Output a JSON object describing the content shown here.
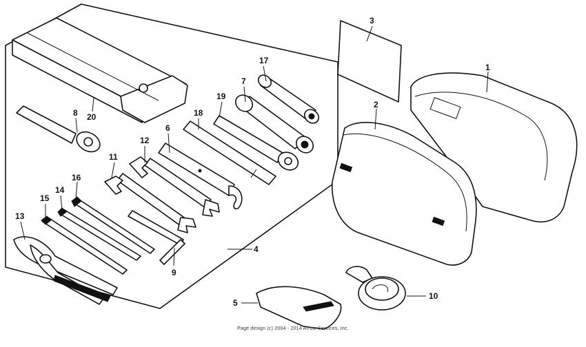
{
  "diagram": {
    "callouts": [
      {
        "id": "c1",
        "label": "1"
      },
      {
        "id": "c2",
        "label": "2"
      },
      {
        "id": "c3",
        "label": "3"
      },
      {
        "id": "c4",
        "label": "4"
      },
      {
        "id": "c5",
        "label": "5"
      },
      {
        "id": "c6",
        "label": "6"
      },
      {
        "id": "c7",
        "label": "7"
      },
      {
        "id": "c8",
        "label": "8"
      },
      {
        "id": "c9",
        "label": "9"
      },
      {
        "id": "c10",
        "label": "10"
      },
      {
        "id": "c11",
        "label": "11"
      },
      {
        "id": "c12",
        "label": "12"
      },
      {
        "id": "c13",
        "label": "13"
      },
      {
        "id": "c14",
        "label": "14"
      },
      {
        "id": "c15",
        "label": "15"
      },
      {
        "id": "c16",
        "label": "16"
      },
      {
        "id": "c17",
        "label": "17"
      },
      {
        "id": "c18",
        "label": "18"
      },
      {
        "id": "c19",
        "label": "19"
      },
      {
        "id": "c20",
        "label": "20"
      }
    ]
  },
  "footer": {
    "copyright": "Page design (c) 2004 - 2014 Arrow Services, Inc."
  }
}
